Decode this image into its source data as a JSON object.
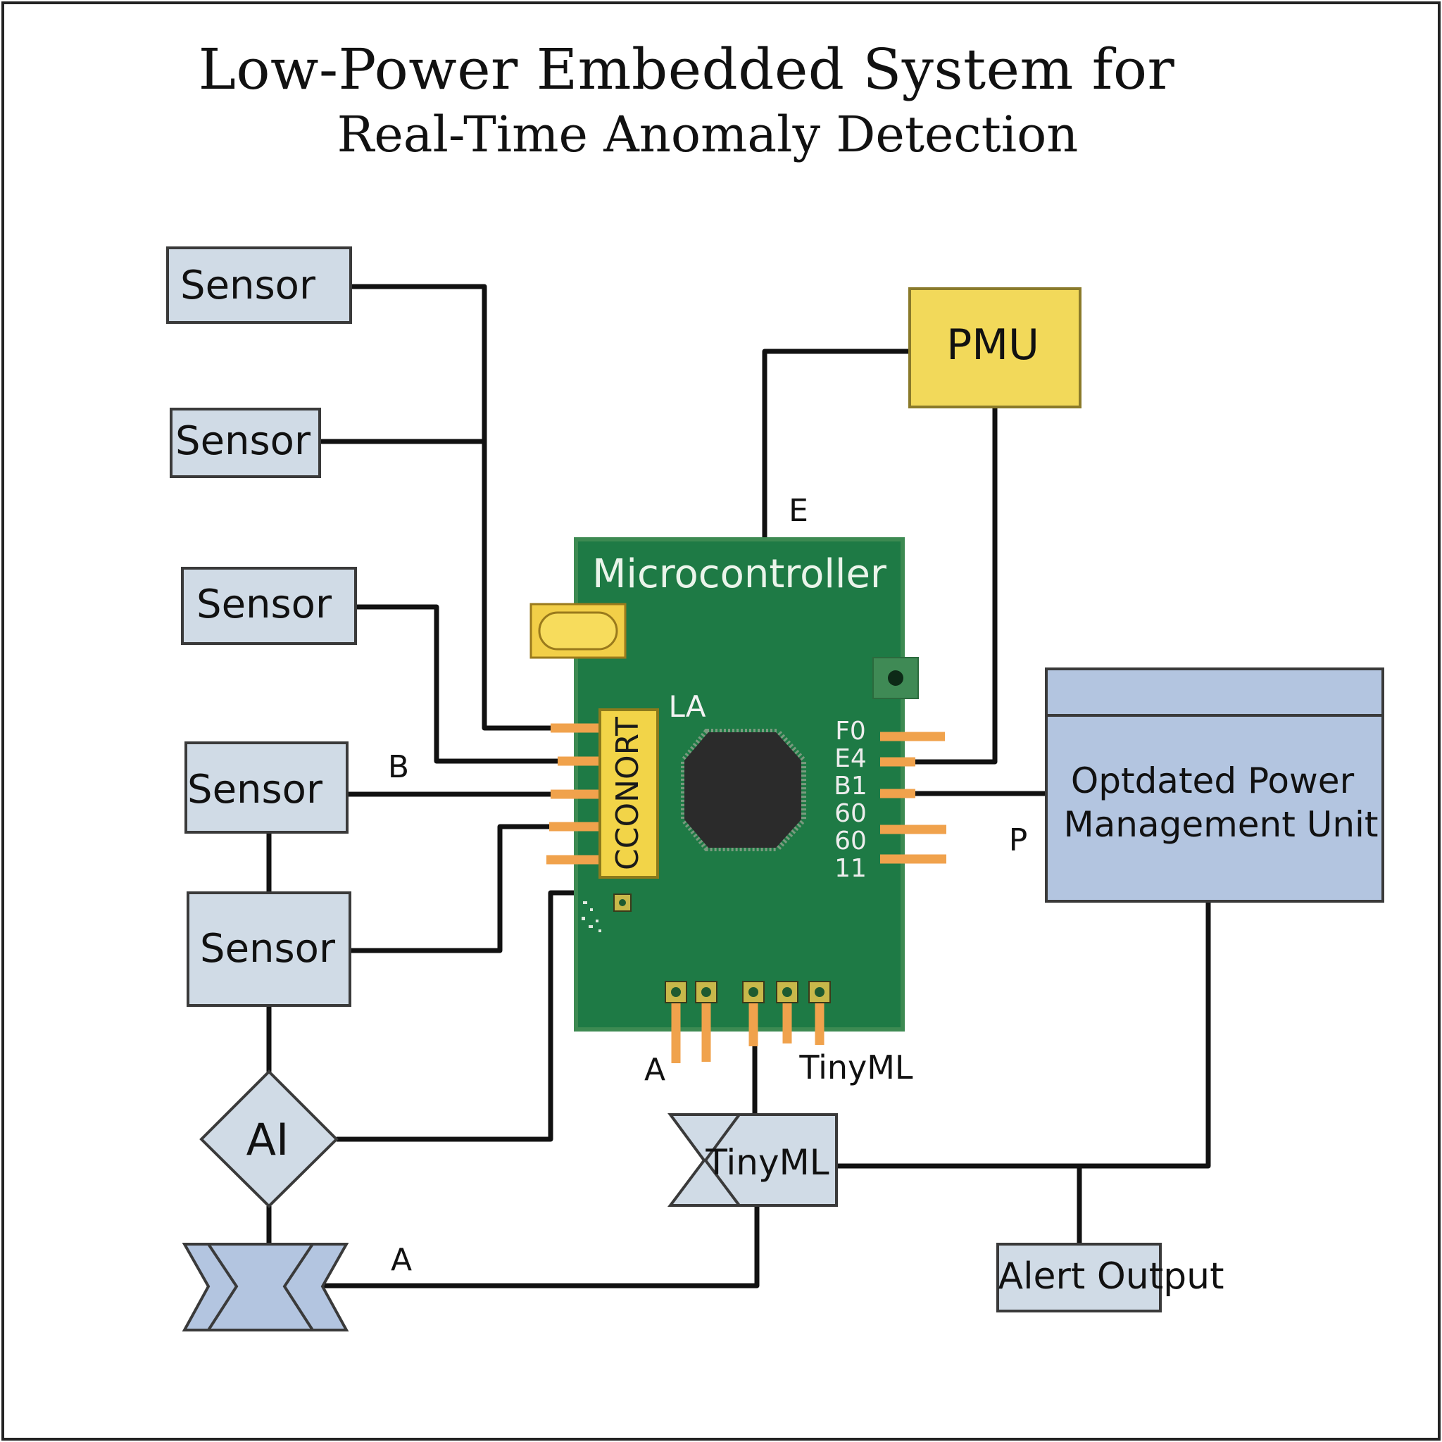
{
  "title": {
    "line1": "Low-Power Embedded System for",
    "line2": "Real-Time Anomaly Detection"
  },
  "nodes": {
    "sensor1": "Sensor",
    "sensor2": "Sensor",
    "sensor3": "Sensor",
    "sensor4": "Sensor",
    "sensor5": "Sensor",
    "ai": "AI",
    "pmu": "PMU",
    "microcontroller": "Microcontroller",
    "connector": "CCONORT",
    "power_unit_line1": "Optdated Power",
    "power_unit_line2": "Management Unit",
    "tinyml_block": "TinyML",
    "alert_output": "Alert Output"
  },
  "pin_labels": [
    "F0",
    "E4",
    "B1",
    "60",
    "60",
    "11"
  ],
  "wire_labels": {
    "e": "E",
    "la": "LA",
    "b": "B",
    "p": "P",
    "a_bottom_pins": "A",
    "tinyml_pins": "TinyML",
    "a_lower": "A"
  },
  "colors": {
    "box_fill": "#d0dbe6",
    "box_stroke": "#3a3a3a",
    "pmu_fill": "#f2d95a",
    "pcb_green": "#1e7a45",
    "pin_orange": "#f0a24c",
    "chip_dark": "#2b2b2b",
    "power_unit_fill": "#b3c5e0"
  }
}
